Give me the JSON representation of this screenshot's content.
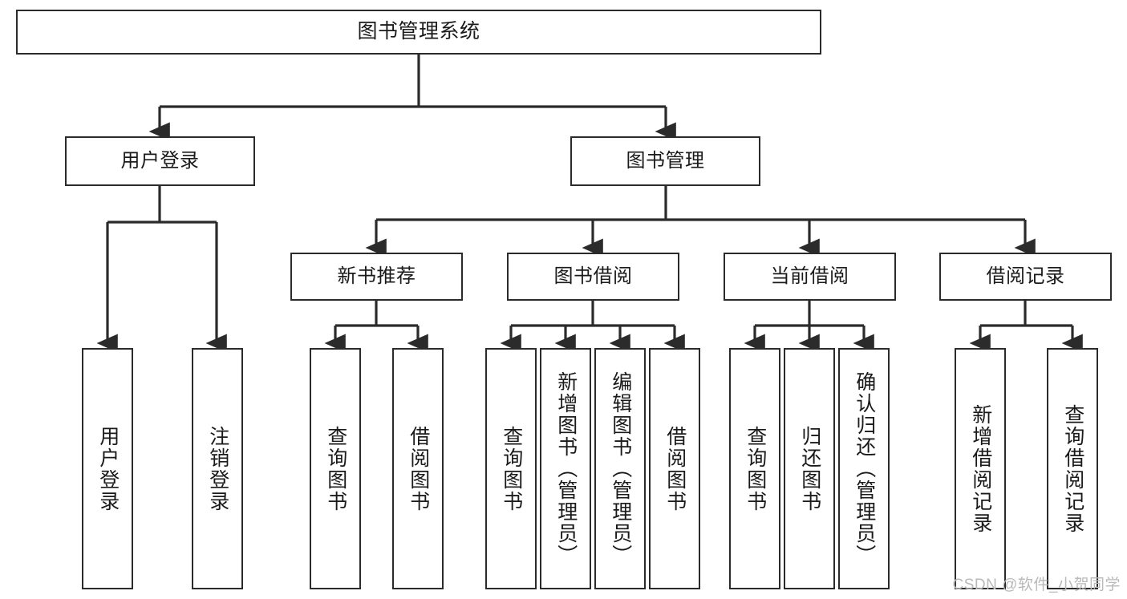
{
  "diagram": {
    "type": "tree",
    "title": "图书管理系统",
    "orientation": "top-down",
    "colors": {
      "box_border": "#2b2b2b",
      "box_fill": "#ffffff",
      "edge": "#2b2b2b",
      "text": "#1a1a1a",
      "watermark": "#b9b9b9"
    },
    "root": {
      "label": "图书管理系统"
    },
    "level2": [
      {
        "label": "用户登录"
      },
      {
        "label": "图书管理"
      }
    ],
    "level3": [
      {
        "label": "新书推荐"
      },
      {
        "label": "图书借阅"
      },
      {
        "label": "当前借阅"
      },
      {
        "label": "借阅记录"
      }
    ],
    "leaves": {
      "user_login": [
        {
          "label": "用户登录"
        },
        {
          "label": "注销登录"
        }
      ],
      "new_book_recommend": [
        {
          "label": "查询图书"
        },
        {
          "label": "借阅图书"
        }
      ],
      "book_borrow": [
        {
          "label": "查询图书"
        },
        {
          "label": "新增图书（管理员）"
        },
        {
          "label": "编辑图书（管理员）"
        },
        {
          "label": "借阅图书"
        }
      ],
      "current_borrow": [
        {
          "label": "查询图书"
        },
        {
          "label": "归还图书"
        },
        {
          "label": "确认归还（管理员）"
        }
      ],
      "borrow_record": [
        {
          "label": "新增借阅记录"
        },
        {
          "label": "查询借阅记录"
        }
      ]
    }
  },
  "watermark": {
    "text": "CSDN @软件_小贺同学"
  }
}
